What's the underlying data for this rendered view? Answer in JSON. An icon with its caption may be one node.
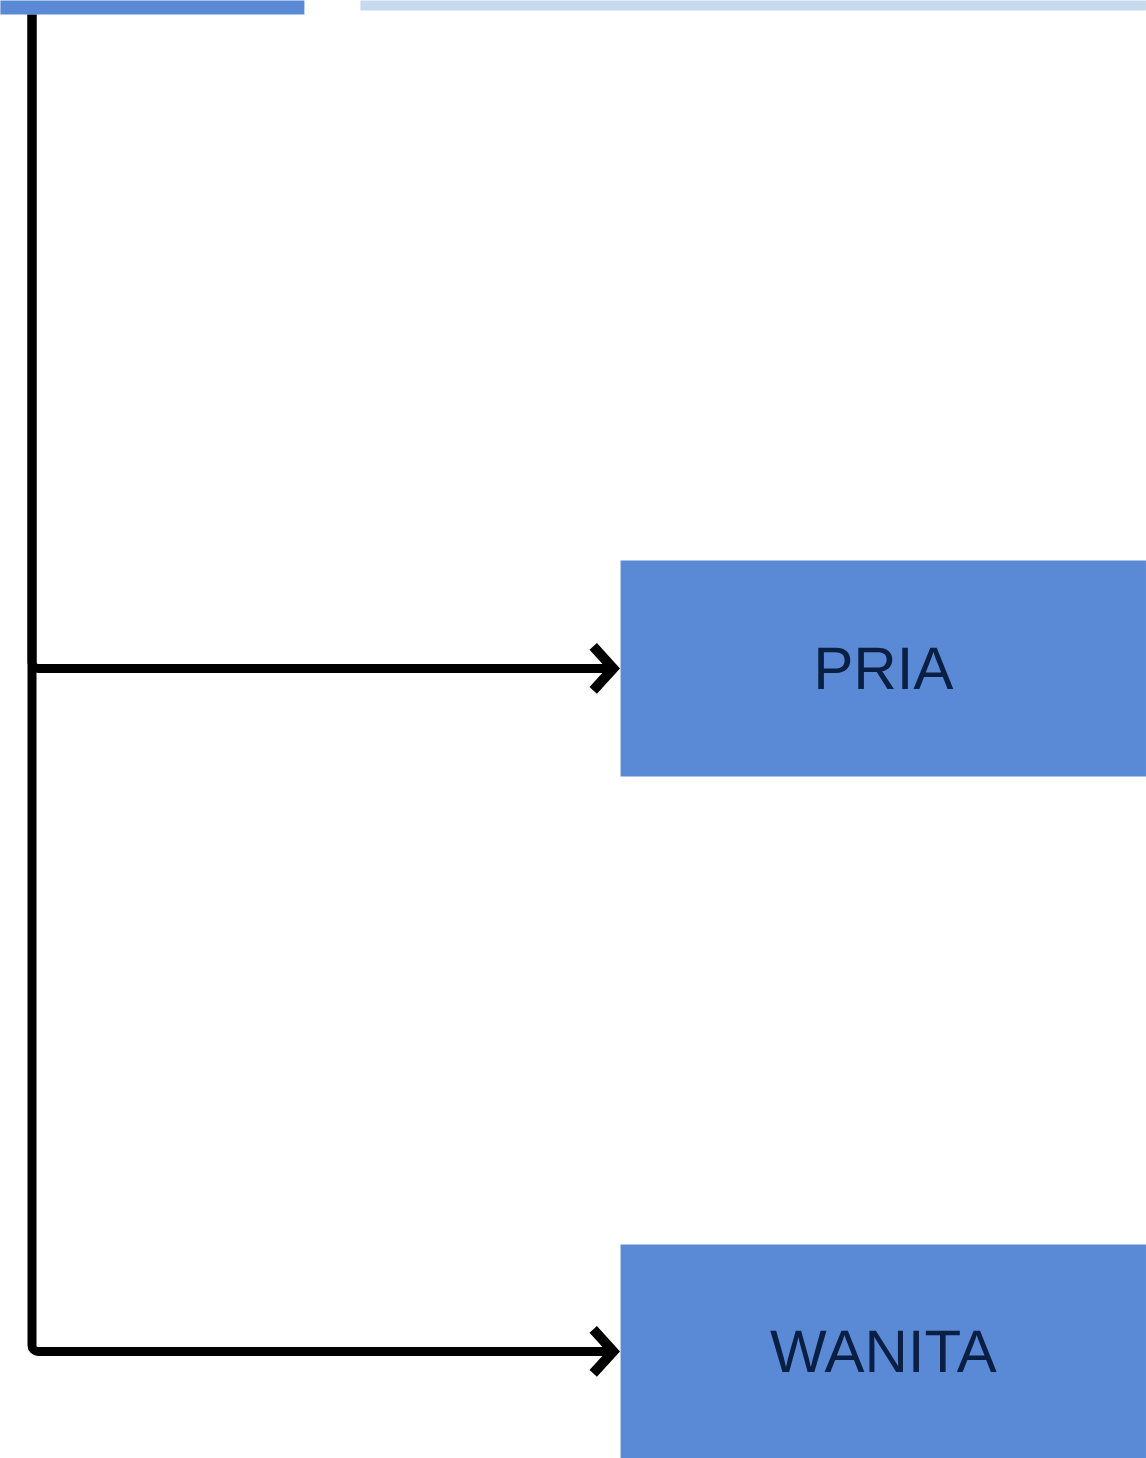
{
  "diagram": {
    "nodes": [
      {
        "text": [],
        "shape": "box"
      },
      {
        "text": [],
        "shape": "box"
      },
      {
        "text": [
          "PRIA"
        ]
      },
      {
        "text": [
          "WANITA"
        ]
      }
    ],
    "edges": [
      {
        "from": 0,
        "to": 2,
        "arrow": "to"
      },
      {
        "from": 0,
        "to": 3,
        "arrow": "to"
      }
    ]
  }
}
